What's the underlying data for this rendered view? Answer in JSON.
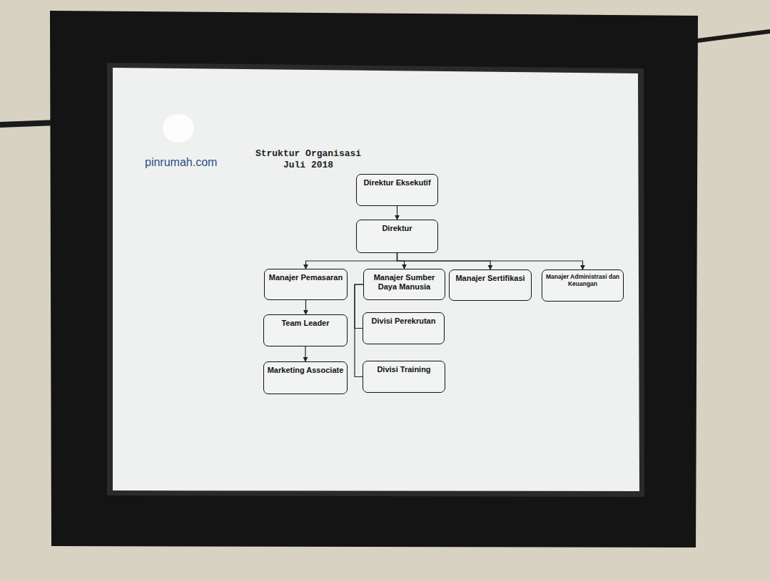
{
  "diagram": {
    "title": "Struktur Organisasi Juli 2018",
    "nodes": [
      {
        "text": [
          "Direktur Eksekutif"
        ]
      },
      {
        "text": [
          "Direktur"
        ]
      },
      {
        "text": [
          "Manajer Pemasaran"
        ]
      },
      {
        "text": [
          "Manajer Sumber Daya Manusia"
        ]
      },
      {
        "text": [
          "Manajer Sertifikasi"
        ]
      },
      {
        "text": [
          "Manajer Administrasi dan Keuangan"
        ]
      },
      {
        "text": [
          "Team Leader"
        ]
      },
      {
        "text": [
          "Marketing Associate"
        ]
      },
      {
        "text": [
          "Divisi Perekrutan"
        ]
      },
      {
        "text": [
          "Divisi Training"
        ]
      }
    ],
    "edges": [
      {
        "from": 0,
        "to": 1,
        "arrow": "to"
      },
      {
        "from": 1,
        "to": 2,
        "arrow": "to"
      },
      {
        "from": 1,
        "to": 3,
        "arrow": "to"
      },
      {
        "from": 1,
        "to": 4,
        "arrow": "to"
      },
      {
        "from": 1,
        "to": 5,
        "arrow": "to"
      },
      {
        "from": 2,
        "to": 6,
        "arrow": "to"
      },
      {
        "from": 6,
        "to": 7,
        "arrow": "to"
      },
      {
        "from": 3,
        "to": 8,
        "arrow": "none"
      },
      {
        "from": 3,
        "to": 9,
        "arrow": "none"
      }
    ],
    "labels": [
      "pinrumah.com"
    ]
  }
}
